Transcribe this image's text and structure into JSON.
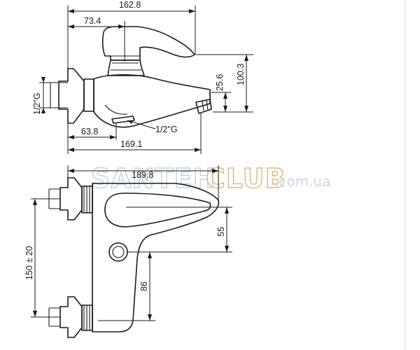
{
  "drawing": {
    "side_view": {
      "overall_length": "162.8",
      "lever_offset": "73.4",
      "spout_height": "25.6",
      "total_height": "100.3",
      "inlet_thread": "1/2\"G",
      "outlet_thread": "1/2\"G",
      "body_offset": "63.8",
      "body_length": "169.1"
    },
    "top_view": {
      "overall_width": "189.8",
      "lever_depth": "55",
      "diverter_offset": "86",
      "centre_distance": "150 ± 20"
    }
  },
  "watermark": {
    "part1": "SANTEH",
    "part2": "CLUB",
    "domain": ".com.ua"
  }
}
